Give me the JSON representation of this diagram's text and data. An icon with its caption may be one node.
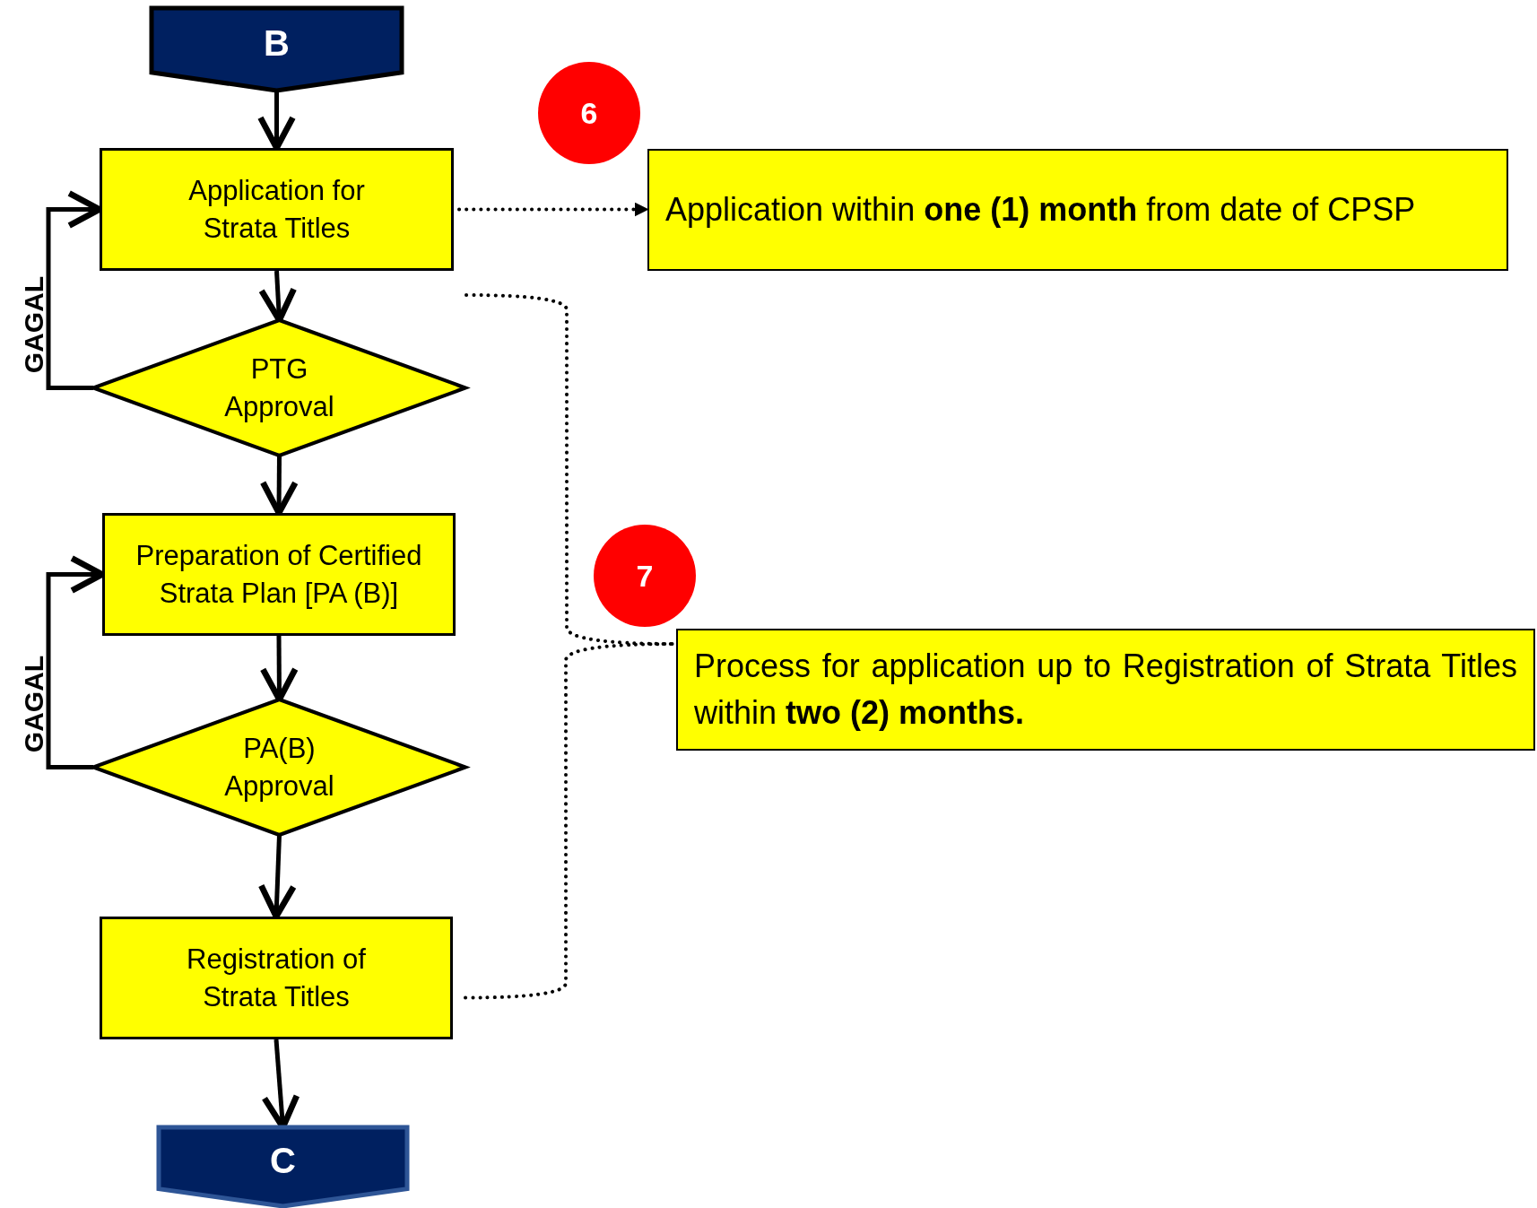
{
  "diagram": {
    "nodes": [
      {
        "text": [
          "B"
        ]
      },
      {
        "text": [
          "Application for Strata Titles"
        ]
      },
      {
        "text": [
          "PTG Approval"
        ]
      },
      {
        "text": [
          "Preparation of Certified Strata Plan [PA (B)]"
        ]
      },
      {
        "text": [
          "PA(B) Approval"
        ]
      },
      {
        "text": [
          "Registration of Strata Titles"
        ]
      },
      {
        "text": [
          "C"
        ]
      },
      {
        "text": [
          "6"
        ]
      },
      {
        "text": [
          "Application within **one (1) month** from date of CPSP"
        ]
      },
      {
        "text": [
          "7"
        ]
      },
      {
        "text": [
          "Process for application up to Registration of Strata Titles within **two (2) months.**"
        ]
      }
    ],
    "edges": [
      {
        "from": 0,
        "to": 1,
        "arrow": "to"
      },
      {
        "from": 1,
        "to": 2,
        "arrow": "to"
      },
      {
        "from": 2,
        "to": 1,
        "arrow": "to",
        "label": "GAGAL"
      },
      {
        "from": 2,
        "to": 3,
        "arrow": "to"
      },
      {
        "from": 3,
        "to": 4,
        "arrow": "to"
      },
      {
        "from": 4,
        "to": 3,
        "arrow": "to",
        "label": "GAGAL"
      },
      {
        "from": 4,
        "to": 5,
        "arrow": "to"
      },
      {
        "from": 5,
        "to": 6,
        "arrow": "to"
      },
      {
        "from": 1,
        "to": 8,
        "arrow": "to",
        "style": "dashed"
      },
      {
        "from": 1,
        "to": 10,
        "arrow": "none",
        "style": "dashed"
      },
      {
        "from": 5,
        "to": 10,
        "arrow": "none",
        "style": "dashed"
      }
    ]
  }
}
